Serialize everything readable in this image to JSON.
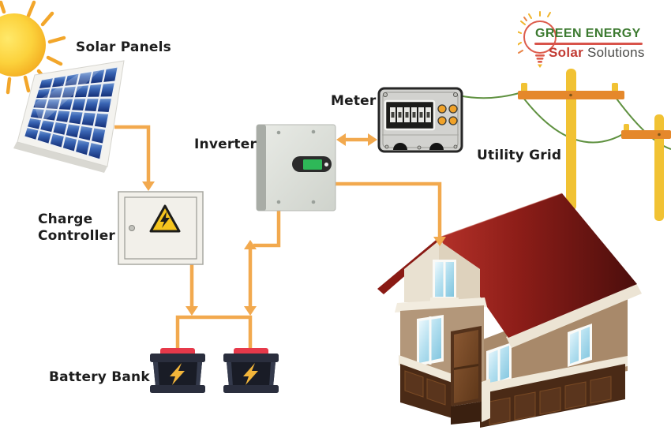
{
  "page": {
    "background": "#ffffff",
    "title": "Off-grid solar power system diagram"
  },
  "logo": {
    "line1": "GREEN ENERGY",
    "line2_accent": "Solar",
    "line2_rest": "Solutions",
    "icon": "lightbulb-sun-icon",
    "colors": {
      "line1": "#3c7a30",
      "accent": "#c23a32",
      "rest": "#4a4a48",
      "underline": "#d8534a"
    }
  },
  "labels": {
    "solar_panels": "Solar Panels",
    "charge_controller": "Charge\nController",
    "inverter": "Inverter",
    "meter": "Meter",
    "utility_grid": "Utility Grid",
    "battery_bank": "Battery Bank"
  },
  "colors": {
    "wire_orange": "#f2a94e",
    "wire_green": "#5f9140",
    "pole_yellow": "#f1c233",
    "crossbar_orange": "#e5882b",
    "roof_red": "#8c1d18",
    "wall_tan": "#b3977a",
    "basement_brown": "#4a2a16",
    "battery_body": "#20242f",
    "battery_cap": "#e6394a",
    "bolt_yellow": "#f2b53a",
    "warning_yellow": "#f6c51e",
    "panel_blue": "#2a55a8",
    "sun_yellow": "#fcd23c"
  },
  "connections": [
    {
      "from": "Solar Panels",
      "to": "Charge Controller",
      "arrow": "one-way"
    },
    {
      "from": "Charge Controller",
      "to": "Battery Bank",
      "arrow": "one-way"
    },
    {
      "from": "Inverter",
      "to": "Battery Bank",
      "arrow": "two-way"
    },
    {
      "from": "Inverter",
      "to": "House",
      "arrow": "one-way"
    },
    {
      "from": "Inverter",
      "to": "Meter",
      "arrow": "two-way"
    },
    {
      "from": "Meter",
      "to": "Utility Grid",
      "arrow": "wire"
    }
  ]
}
